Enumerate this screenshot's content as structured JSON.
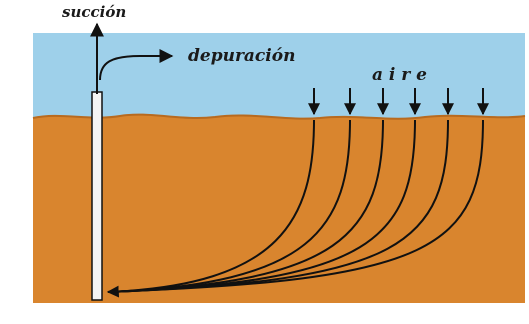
{
  "labels": {
    "suction": "succión",
    "purge": "depuración",
    "air": "a i r e"
  },
  "colors": {
    "sky": "#9ED0EA",
    "soil": "#D9852E",
    "soil_dark": "#B86A1F",
    "line": "#111111",
    "well": "#F4F4F4"
  },
  "air_arrow_count": 6
}
